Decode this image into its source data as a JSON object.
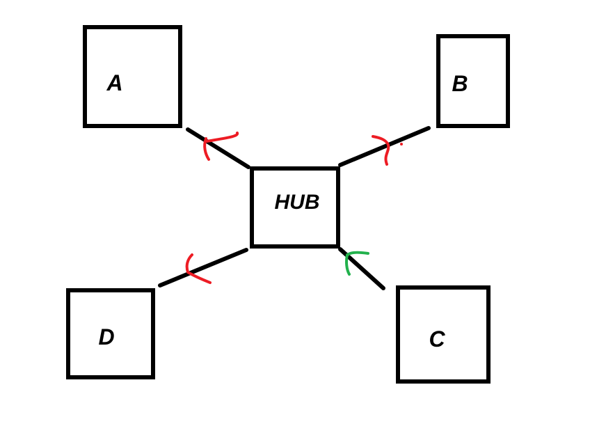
{
  "canvas": {
    "background": "#ffffff"
  },
  "colors": {
    "ink": "#000000",
    "red": "#ed1c24",
    "green": "#22b14c",
    "node_fill": "#ffffff"
  },
  "nodes": [
    {
      "id": "a",
      "label": "A"
    },
    {
      "id": "b",
      "label": "B"
    },
    {
      "id": "hub",
      "label": "HUB"
    },
    {
      "id": "c",
      "label": "C"
    },
    {
      "id": "d",
      "label": "D"
    }
  ],
  "links": [
    {
      "from": "HUB",
      "to": "A",
      "arrow_color": "#ed1c24",
      "arrow_points_toward": "A"
    },
    {
      "from": "HUB",
      "to": "B",
      "arrow_color": "#ed1c24",
      "arrow_points_toward": "B"
    },
    {
      "from": "HUB",
      "to": "D",
      "arrow_color": "#ed1c24",
      "arrow_points_toward": "D"
    },
    {
      "from": "C",
      "to": "HUB",
      "arrow_color": "#22b14c",
      "arrow_points_toward": "HUB"
    }
  ]
}
